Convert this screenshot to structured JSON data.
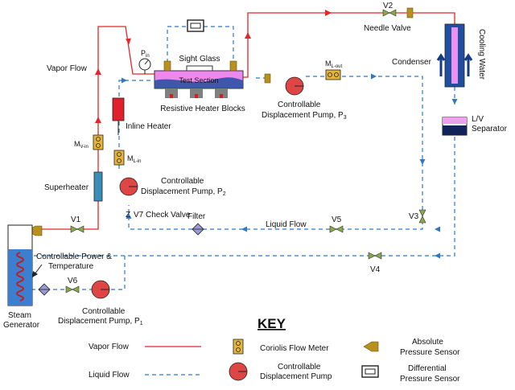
{
  "colors": {
    "vapor": "#e3262a",
    "liquid": "#2e78c8",
    "pump": "#e04545",
    "sensor": "#b8901c",
    "valve": "#8aa84a",
    "test_section": "#ee88ee",
    "condenser": "#1f4fa0",
    "superheater": "#3a8fb8",
    "heater": "#e0202a",
    "filter": "#9a9ad6"
  },
  "labels": {
    "vapor_flow_line": "Vapor Flow",
    "sight_glass": "Sight Glass",
    "test_section": "Test Section",
    "resistive_heater_blocks": "Resistive Heater Blocks",
    "pin": "P",
    "pin_sub": "in",
    "inline_heater": "Inline Heater",
    "mv_in": "M",
    "mv_in_sub": "V-in",
    "ml_in": "M",
    "ml_in_sub": "L-in",
    "ml_out": "M",
    "ml_out_sub": "L-out",
    "superheater": "Superheater",
    "pump_p2_line1": "Controllable",
    "pump_p2_line2": "Displacement Pump, P",
    "pump_p2_sub": "2",
    "pump_p3_line1": "Controllable",
    "pump_p3_line2": "Displacement Pump, P",
    "pump_p3_sub": "3",
    "pump_p1_line1": "Controllable",
    "pump_p1_line2": "Displacement Pump, P",
    "pump_p1_sub": "1",
    "v1": "V1",
    "v2": "V2",
    "v3": "V3",
    "v4": "V4",
    "v5": "V5",
    "v6": "V6",
    "v7": "V7 Check Valve",
    "needle_valve": "Needle Valve",
    "condenser": "Condenser",
    "cooling_water": "Cooling Water",
    "lv_separator_line1": "L/V",
    "lv_separator_line2": "Separator",
    "filter": "Filter",
    "liquid_flow_line": "Liquid Flow",
    "power_temp_line1": "Controllable Power &",
    "power_temp_line2": "Temperature",
    "steam_generator_line1": "Steam",
    "steam_generator_line2": "Generator"
  },
  "key": {
    "title": "KEY",
    "vapor_flow": "Vapor Flow",
    "liquid_flow": "Liquid Flow",
    "coriolis": "Coriolis Flow Meter",
    "pump_line1": "Controllable",
    "pump_line2": "Displacement Pump",
    "abs_line1": "Absolute",
    "abs_line2": "Pressure Sensor",
    "diff_line1": "Differential",
    "diff_line2": "Pressure Sensor"
  }
}
